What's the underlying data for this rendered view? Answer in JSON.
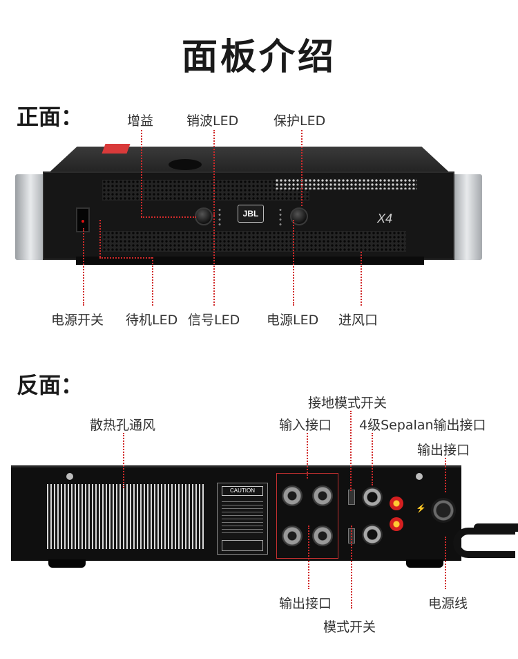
{
  "page_title": "面板介绍",
  "front": {
    "section_title": "正面：",
    "labels": {
      "gain": "增益",
      "clip_led": "销波LED",
      "protect_led": "保护LED",
      "power_switch": "电源开关",
      "standby_led": "待机LED",
      "signal_led": "信号LED",
      "power_led": "电源LED",
      "air_intake": "进风口"
    },
    "device": {
      "brand": "JBL",
      "model": "X4"
    }
  },
  "rear": {
    "section_title": "反面：",
    "labels": {
      "heat_vent": "散热孔通风",
      "ground_switch": "接地模式开关",
      "input_jack": "输入接口",
      "speakon_output": "4级Sepalan输出接口",
      "output_jack_top": "输出接口",
      "output_jack_bottom": "输出接口",
      "power_cord": "电源线",
      "mode_switch": "模式开关"
    },
    "device": {
      "caution": "CAUTION"
    }
  },
  "colors": {
    "leader_line": "#d12a2a",
    "text": "#333333"
  }
}
